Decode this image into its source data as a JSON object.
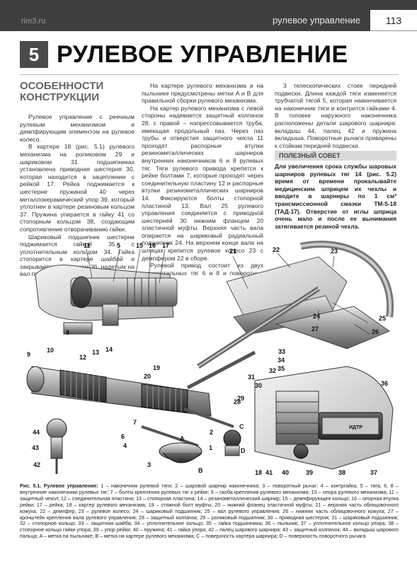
{
  "header": {
    "site": "rim3.ru",
    "section": "рулевое управление",
    "page_number": "113"
  },
  "chapter": {
    "number": "5",
    "title": "РУЛЕВОЕ УПРАВЛЕНИЕ"
  },
  "section": {
    "title": "ОСОБЕННОСТИ КОНСТРУКЦИИ"
  },
  "body": {
    "col1": [
      "Рулевое управление с реечным рулевым механизмом и демпфирующим элементом на рулевое колесо.",
      "В картере 18 (рис. 5.1) рулевого механизма на роликовом 29 и шариковом 31 подшипниках установлена приводная шестерня 30, которая находится в зацеплении с рейкой 17. Рейка поджимается к шестерне пружиной 40 через металлокерамический упор 39, который уплотнен в картере резиновым кольцом 37. Пружина упирается в гайку 41 со стопорным кольцом 38, создающим сопротивление отворачиванию гайки.",
      "Шариковый подшипник шестерни поджимается гайкой 35 с уплотнительным кольцом 34. Гайка стопорится в картере шайбой и закрывается пыльником 36, надетым на вал приводной шестерни."
    ],
    "col2": [
      "На картере рулевого механизма и на пыльнике предусмотрены метки A и B для правильной сборки рулевого механизма.",
      "На картер рулевого механизма с левой стороны надевается защитный колпачок 28, с правой – напрессовывается труба, имеющая продольный паз. Через паз трубы и отверстия защитного чехла 11 проходят распорные втулки резинометаллических шарниров внутренних наконечников 6 и 8 рулевых тяг. Тяги рулевого привода крепятся к рейке болтами 7, которые проходят через соединительную пластину 12 и распорные втулки резинометаллических шарниров 14. Фиксируются болты стопорной пластиной 13. Вал 25 рулевого управления соединяется с приводной шестерней 30 нижним фланцем 20 эластичной муфты. Верхняя часть вала опирается на шариковый радиальный подшипник 24. На верхнем конце вала на шлицах крепится рулевое колесо 23 с демпфером 22 в сборе.",
      "Рулевой привод состоит из двух горизонтальных тяг 6 и 8 и поворотных рычагов"
    ],
    "col3": [
      "3 телескопических стоек передней подвески. Длина каждой тяги изменяется трубчатой тягой 5, которая навинчивается на наконечник тяги и контрится гайками 4. В головке наружного наконечника расположены детали шарового шарнира: вкладыш 44, палец 42 и пружина вкладыша. Поворотные рычаги приварены к стойкам передней подвески."
    ]
  },
  "tip": {
    "title": "ПОЛЕЗНЫЙ СОВЕТ",
    "text": "Для увеличения срока службы шаровых шарниров рулевых тяг 14 (рис. 5.2) время от времени прокалывайте медицинским шприцем их чехлы и вводите в шарниры по 1 см³ трансмиссионной смазки ТМ-5-18 (ТАД-17). Отверстие от иглы шприца очень мало и после ее вынимания затягивается резиной чехла."
  },
  "figure": {
    "callouts": [
      "11",
      "5",
      "15",
      "16",
      "17",
      "21",
      "22",
      "23",
      "24",
      "25",
      "26",
      "27",
      "28",
      "8",
      "12",
      "13",
      "14",
      "9",
      "10",
      "19",
      "20",
      "7",
      "6",
      "4",
      "3",
      "2",
      "1",
      "A",
      "B",
      "C",
      "D",
      "44",
      "43",
      "42",
      "29",
      "30",
      "31",
      "32",
      "33",
      "34",
      "35",
      "36",
      "37",
      "38",
      "39",
      "40",
      "41",
      "18",
      "ИДТР"
    ]
  },
  "caption": {
    "label": "Рис. 5.1. Рулевое управление:",
    "text": "1 – наконечник рулевой тяги; 2 – шаровой шарнир наконечника; 3 – поворотный рычаг; 4 – контргайка; 5 – тяга; 6, 8 – внутренние наконечники рулевых тяг; 7 – болты крепления рулевых тяг к рейке; 9 – скоба крепления рулевого механизма; 10 – опора рулевого механизма; 11 – защитный чехол; 12 – соединительная пластина; 13 – стопорная пластина; 14 – резинометаллический шарнир; 15 – демпфирующее кольцо; 16 – опорная втулка рейки; 17 – рейка; 18 – картер рулевого механизма; 19 – стяжной болт муфты; 20 – нижний фланец эластичной муфты; 21 – верхняя часть облицовочного кожуха; 22 – демпфер; 23 – рулевое колесо; 24 – шариковый подшипник; 25 – вал рулевого управления; 26 – нижняя часть облицовочного кожуха; 27 – кронштейн крепления вала рулевого управления; 28 – защитный колпачок; 29 – роликовый подшипник; 30 – приводная шестерня; 31 – шариковый подшипник; 32 – стопорное кольцо; 33 – защитная шайба; 34 – уплотнительное кольцо; 35 – гайка подшипника; 36 – пыльник; 37 – уплотнительное кольцо упора; 38 – стопорное кольцо гайки упора; 39 – упор рейки; 40 – пружина; 41 – гайка упора; 42 – палец шарового шарнира; 43 – защитный колпачок; 44 – вкладыш шарового пальца; A – метка на пыльнике; B – метка на картере рулевого механизма; C – поверхность картера шарнира; D – поверхность поворотного рычага"
  },
  "colors": {
    "header_bg": "#3f3f3f",
    "chapter_badge": "#4a4a4a",
    "tip_head_bg": "#d9d9d9"
  }
}
